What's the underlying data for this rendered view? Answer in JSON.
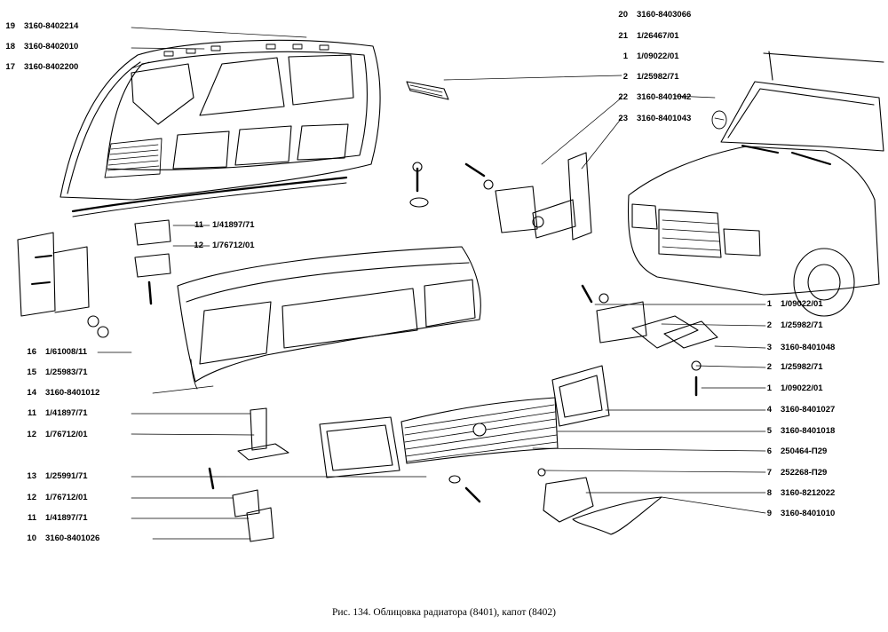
{
  "caption": "Рис. 134. Облицовка радиатора (8401), капот (8402)",
  "callouts": [
    {
      "num": "19",
      "part": "3160-8402214"
    },
    {
      "num": "18",
      "part": "3160-8402010"
    },
    {
      "num": "17",
      "part": "3160-8402200"
    },
    {
      "num": "20",
      "part": "3160-8403066"
    },
    {
      "num": "21",
      "part": "1/26467/01"
    },
    {
      "num": "1",
      "part": "1/09022/01"
    },
    {
      "num": "2",
      "part": "1/25982/71"
    },
    {
      "num": "22",
      "part": "3160-8401042"
    },
    {
      "num": "23",
      "part": "3160-8401043"
    },
    {
      "num": "11",
      "part": "1/41897/71"
    },
    {
      "num": "12",
      "part": "1/76712/01"
    },
    {
      "num": "16",
      "part": "1/61008/11"
    },
    {
      "num": "15",
      "part": "1/25983/71"
    },
    {
      "num": "14",
      "part": "3160-8401012"
    },
    {
      "num": "11",
      "part": "1/41897/71"
    },
    {
      "num": "12",
      "part": "1/76712/01"
    },
    {
      "num": "13",
      "part": "1/25991/71"
    },
    {
      "num": "12",
      "part": "1/76712/01"
    },
    {
      "num": "11",
      "part": "1/41897/71"
    },
    {
      "num": "10",
      "part": "3160-8401026"
    },
    {
      "num": "1",
      "part": "1/09022/01"
    },
    {
      "num": "2",
      "part": "1/25982/71"
    },
    {
      "num": "3",
      "part": "3160-8401048"
    },
    {
      "num": "2",
      "part": "1/25982/71"
    },
    {
      "num": "1",
      "part": "1/09022/01"
    },
    {
      "num": "4",
      "part": "3160-8401027"
    },
    {
      "num": "5",
      "part": "3160-8401018"
    },
    {
      "num": "6",
      "part": "250464-П29"
    },
    {
      "num": "7",
      "part": "252268-П29"
    },
    {
      "num": "8",
      "part": "3160-8212022"
    },
    {
      "num": "9",
      "part": "3160-8401010"
    }
  ]
}
